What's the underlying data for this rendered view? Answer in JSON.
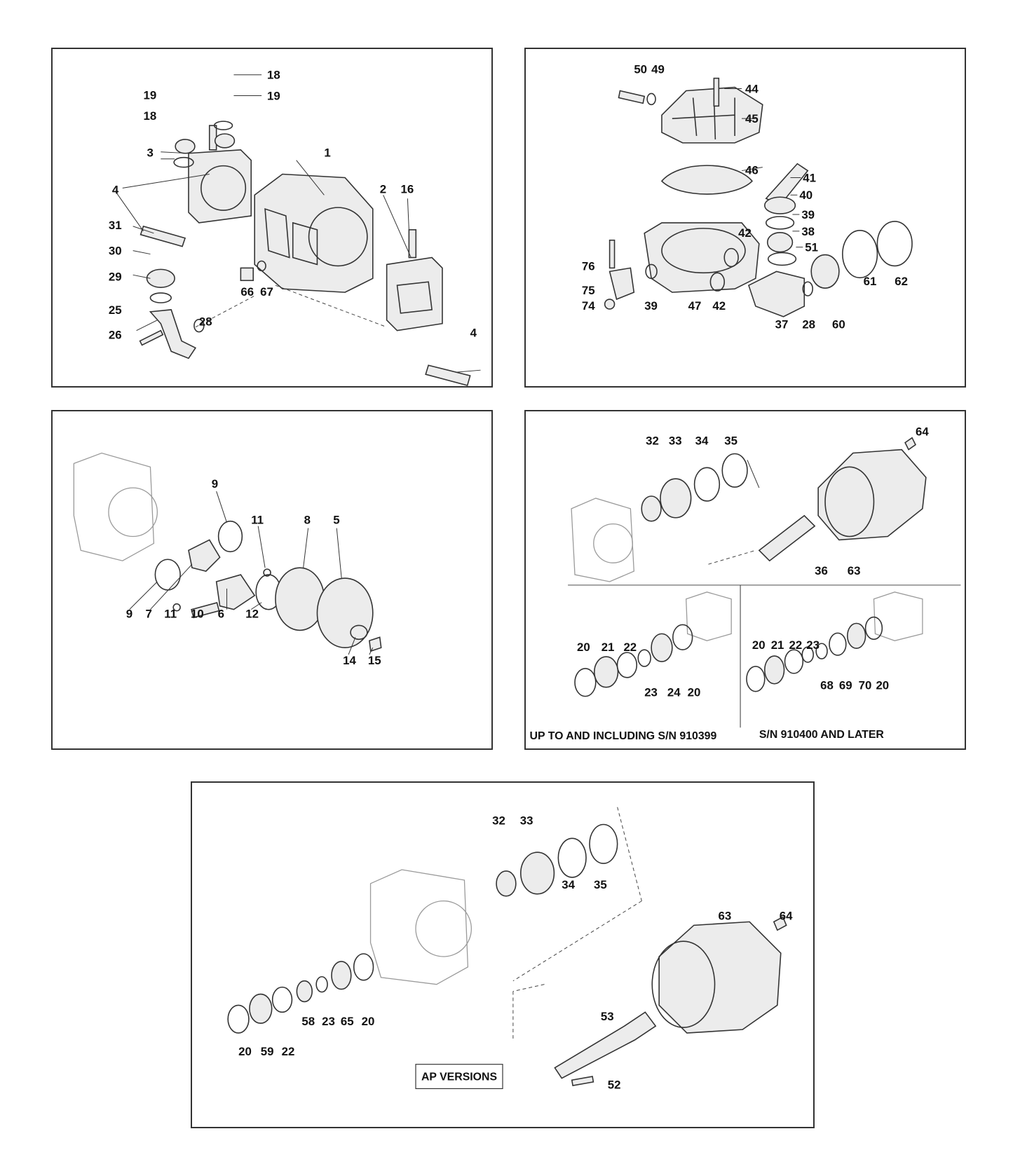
{
  "panels": [
    {
      "labels": [
        "18",
        "19",
        "19",
        "18",
        "3",
        "1",
        "2",
        "16",
        "4",
        "31",
        "30",
        "29",
        "25",
        "26",
        "28",
        "66",
        "67",
        "4"
      ]
    },
    {
      "labels": [
        "50",
        "49",
        "44",
        "45",
        "46",
        "41",
        "40",
        "39",
        "42",
        "38",
        "51",
        "76",
        "75",
        "74",
        "39",
        "47",
        "42",
        "37",
        "28",
        "60",
        "61",
        "62"
      ]
    },
    {
      "labels": [
        "9",
        "11",
        "8",
        "5",
        "9",
        "7",
        "11",
        "10",
        "6",
        "12",
        "14",
        "15"
      ]
    },
    {
      "labels": [
        "64",
        "32",
        "33",
        "34",
        "35",
        "36",
        "63",
        "20",
        "21",
        "22",
        "23",
        "24",
        "20",
        "20",
        "21",
        "22",
        "23",
        "68",
        "69",
        "70",
        "20"
      ],
      "captions": [
        "UP TO AND INCLUDING S/N 910399",
        "S/N 910400 AND LATER"
      ]
    },
    {
      "labels": [
        "32",
        "33",
        "34",
        "35",
        "63",
        "64",
        "20",
        "59",
        "22",
        "58",
        "23",
        "65",
        "20",
        "53",
        "52"
      ],
      "captions": [
        "AP VERSIONS"
      ]
    }
  ]
}
